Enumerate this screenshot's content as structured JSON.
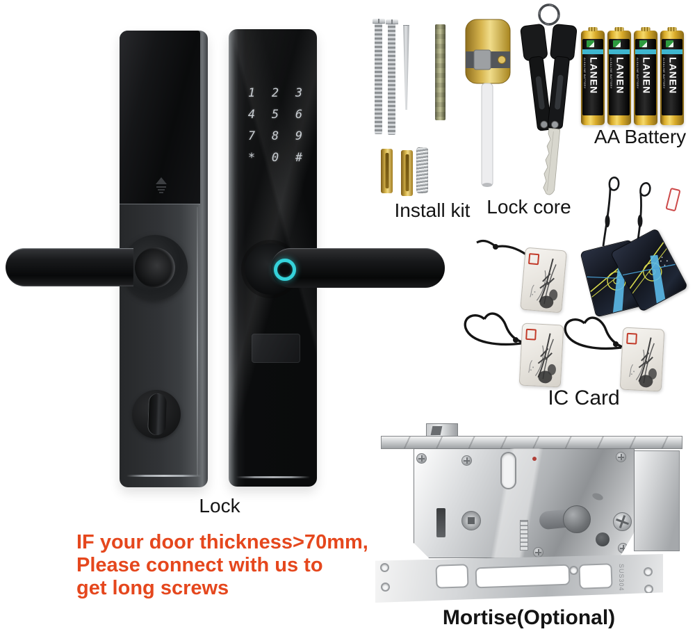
{
  "scene": {
    "background": "#ffffff",
    "labels": {
      "lock": "Lock",
      "install_kit": "Install kit",
      "lock_core": "Lock core",
      "aa_battery": "AA Battery",
      "ic_card": "IC Card",
      "mortise": "Mortise(Optional)"
    },
    "warning": {
      "lines": [
        "IF your door thickness>70mm,",
        "Please connect with us to",
        "get long screws"
      ],
      "color": "#e5471d"
    },
    "lock": {
      "keypad_keys": [
        "1",
        "2",
        "3",
        "4",
        "5",
        "6",
        "7",
        "8",
        "9",
        "*",
        "0",
        "#"
      ],
      "fingerprint_ring_color": "#35d2da"
    },
    "battery": {
      "brand": "LANEN",
      "type_text": "ALKALINE BATTERY",
      "count": 4,
      "gold_color": "#d9ab2a"
    },
    "mortise": {
      "plate_marking": "SUS304"
    }
  }
}
